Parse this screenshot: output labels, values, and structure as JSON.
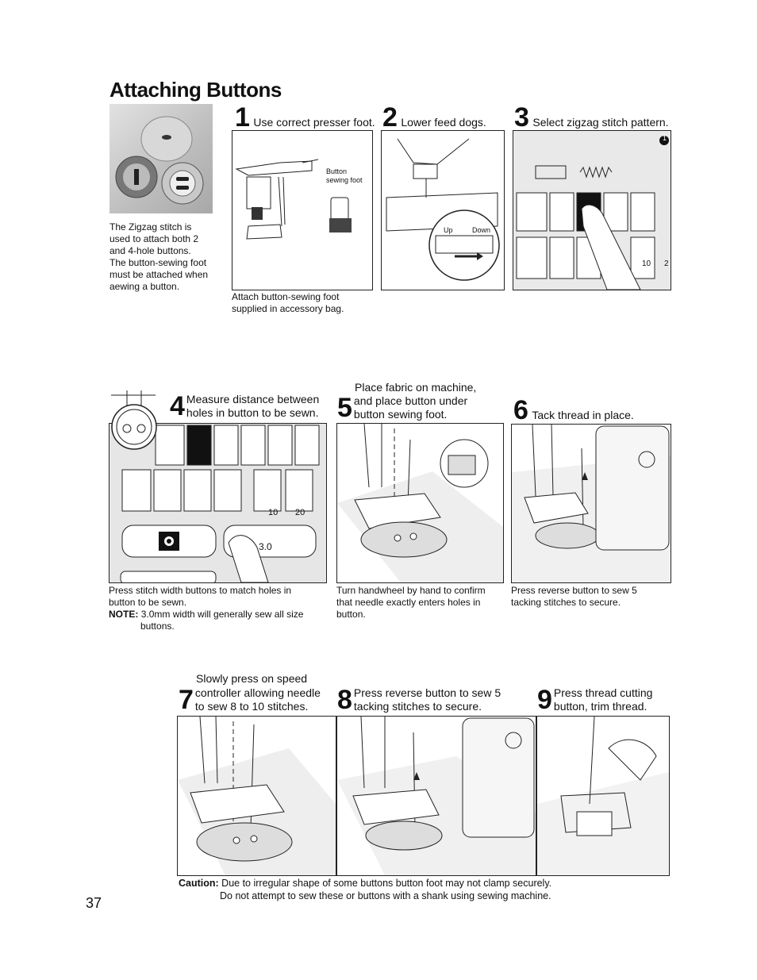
{
  "page": {
    "title": "Attaching Buttons",
    "page_number": "37"
  },
  "intro": {
    "text_lines": [
      "The Zigzag stitch is",
      "used to attach both 2",
      "and 4-hole buttons.",
      "The button-sewing foot",
      "must be attached when",
      "aewing a button."
    ]
  },
  "steps": [
    {
      "num": "1",
      "heading": "Use correct presser foot.",
      "labels": [
        "Button",
        "sewing foot"
      ],
      "caption": [
        "Attach button-sewing foot",
        "supplied in accessory bag."
      ]
    },
    {
      "num": "2",
      "heading": "Lower feed dogs.",
      "labels": [
        "Up",
        "Down"
      ]
    },
    {
      "num": "3",
      "heading": "Select zigzag stitch pattern.",
      "labels": [
        "1",
        "10",
        "2"
      ]
    },
    {
      "num": "4",
      "heading": [
        "Measure distance between",
        "holes in button to be sewn."
      ],
      "labels": [
        "10",
        "20",
        "3.0"
      ],
      "caption": [
        "Press stitch width buttons to match holes in",
        "button to be sewn."
      ],
      "note_label": "NOTE:",
      "note_text": [
        "3.0mm width will generally sew all size",
        "buttons."
      ]
    },
    {
      "num": "5",
      "heading": [
        "Place fabric on machine,",
        "and place button under",
        "button sewing foot."
      ],
      "caption": [
        "Turn handwheel by hand to confirm",
        "that needle exactly enters holes in",
        "button."
      ]
    },
    {
      "num": "6",
      "heading": "Tack thread in place.",
      "caption": [
        "Press reverse button to sew 5",
        "tacking stitches to secure."
      ]
    },
    {
      "num": "7",
      "heading": [
        "Slowly press on speed",
        "controller allowing needle",
        "to sew 8 to 10 stitches."
      ]
    },
    {
      "num": "8",
      "heading": [
        "Press reverse button to sew 5",
        "tacking stitches to secure."
      ]
    },
    {
      "num": "9",
      "heading": [
        "Press thread cutting",
        "button, trim thread."
      ]
    }
  ],
  "caution": {
    "label": "Caution:",
    "line1": "Due to irregular shape of some buttons button foot may not clamp securely.",
    "line2": "Do not attempt to sew these or buttons with a shank using sewing machine."
  }
}
